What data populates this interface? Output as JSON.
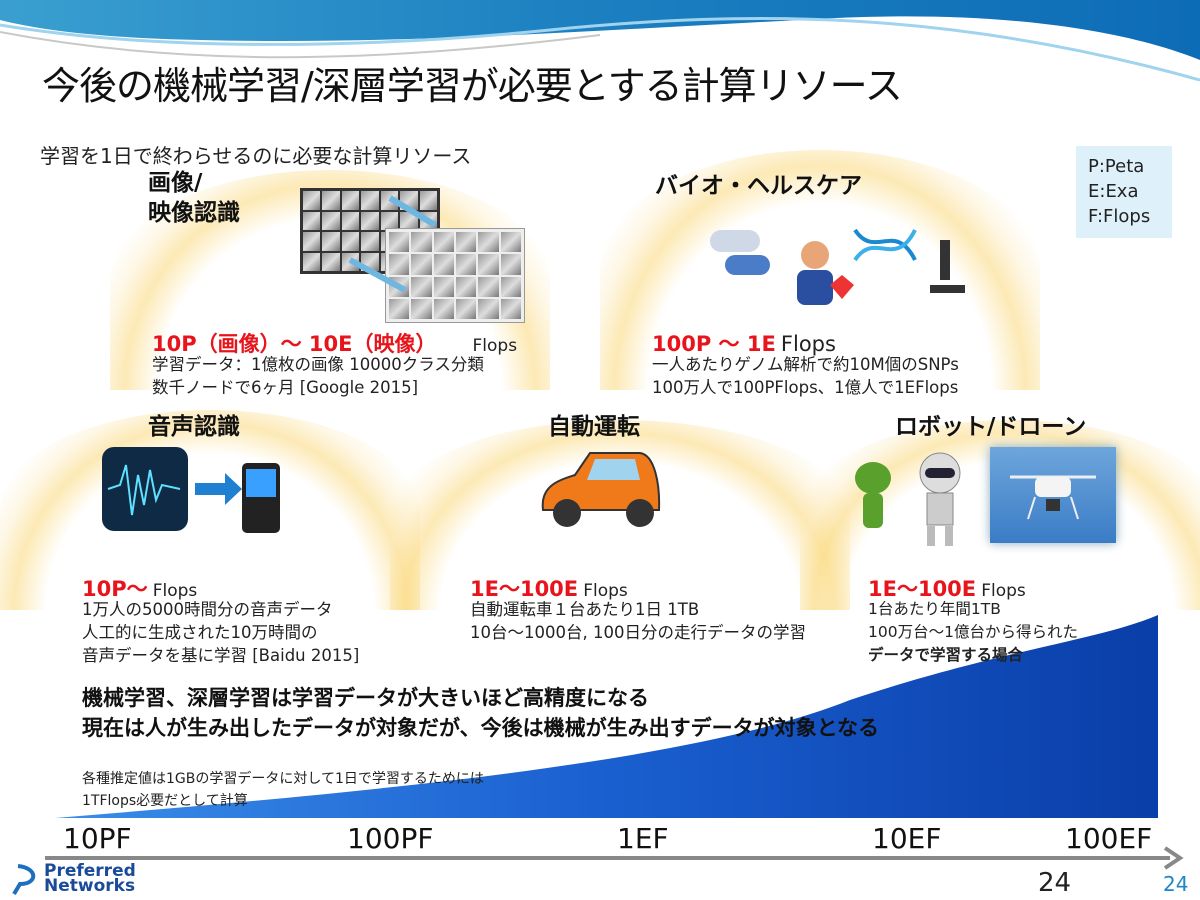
{
  "title": "今後の機械学習/深層学習が必要とする計算リソース",
  "subtitle": "学習を1日で終わらせるのに必要な計算リソース",
  "legend": [
    "P:Peta",
    "E:Exa",
    "F:Flops"
  ],
  "sections": {
    "image": {
      "heading1": "画像/",
      "heading2": "映像認識",
      "value": "10P（画像）～ 10E（映像）",
      "unit": "Flops",
      "lines": [
        "学習データ：1億枚の画像 10000クラス分類",
        "数千ノードで6ヶ月 [Google 2015]"
      ]
    },
    "bio": {
      "heading": "バイオ・ヘルスケア",
      "value": "100P ～ 1E",
      "unit": "Flops",
      "lines": [
        "一人あたりゲノム解析で約10M個のSNPs",
        "100万人で100PFlops、1億人で1EFlops"
      ]
    },
    "speech": {
      "heading": "音声認識",
      "value": "10P～",
      "unit": "Flops",
      "lines": [
        "1万人の5000時間分の音声データ",
        "人工的に生成された10万時間の",
        "音声データを基に学習 [Baidu 2015]"
      ]
    },
    "car": {
      "heading": "自動運転",
      "value": "1E～100E",
      "unit": "Flops",
      "lines": [
        "自動運転車１台あたり1日 1TB",
        "10台～1000台, 100日分の走行データの学習"
      ]
    },
    "robot": {
      "heading": "ロボット/ドローン",
      "value": "1E～100E",
      "unit": "Flops",
      "lines": [
        "1台あたり年間1TB",
        "100万台～1億台から得られた",
        "データで学習する場合"
      ]
    }
  },
  "message": [
    "機械学習、深層学習は学習データが大きいほど高精度になる",
    "現在は人が生み出したデータが対象だが、今後は機械が生み出すデータが対象となる"
  ],
  "note": [
    "各種推定値は1GBの学習データに対して1日で学習するためには",
    "1TFlops必要だとして計算"
  ],
  "axis_ticks": [
    "10PF",
    "100PF",
    "1EF",
    "10EF",
    "100EF"
  ],
  "logo": {
    "line1": "Preferred",
    "line2": "Networks"
  },
  "page_number": "24",
  "page_number_corner": "24",
  "colors": {
    "accent_red": "#e8141b",
    "curve_blue": "#0a3ea8",
    "header_blue": "#1e86c4"
  }
}
